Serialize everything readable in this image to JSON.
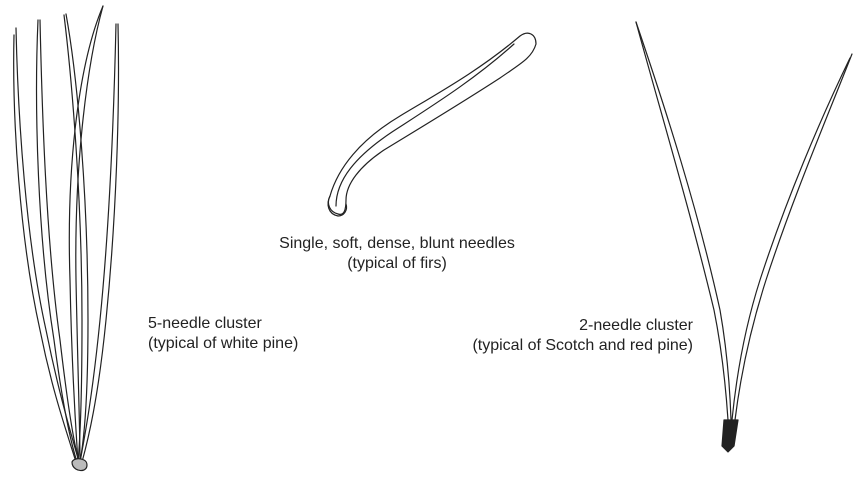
{
  "illustrations": [
    {
      "id": "white-pine",
      "caption_line1": "5-needle cluster",
      "caption_line2": "(typical of white pine)"
    },
    {
      "id": "fir",
      "caption_line1": "Single, soft, dense, blunt needles",
      "caption_line2": "(typical of firs)"
    },
    {
      "id": "scotch-red-pine",
      "caption_line1": "2-needle cluster",
      "caption_line2": "(typical of Scotch and red pine)"
    }
  ],
  "colors": {
    "ink": "#222222",
    "background": "#ffffff"
  }
}
